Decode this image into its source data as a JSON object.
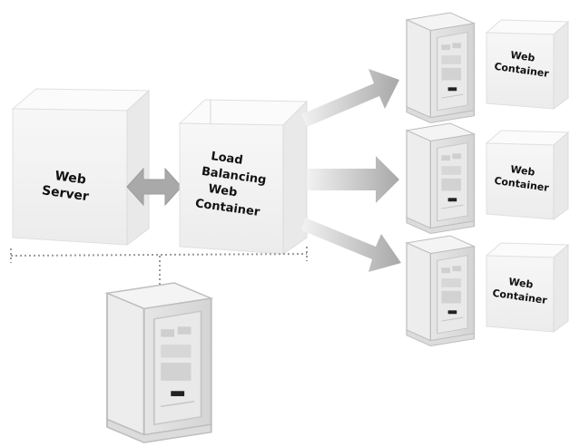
{
  "nodes": {
    "web_server": {
      "line1": "Web",
      "line2": "Server"
    },
    "lb_container": {
      "line1": "Load",
      "line2": "Balancing",
      "line3": "Web",
      "line4": "Container"
    },
    "container_1": {
      "line1": "Web",
      "line2": "Container"
    },
    "container_2": {
      "line1": "Web",
      "line2": "Container"
    },
    "container_3": {
      "line1": "Web",
      "line2": "Container"
    }
  },
  "colors": {
    "box_front": "#f2f2f2",
    "box_side": "#e3e3e3",
    "box_top": "#fafafa",
    "arrow": "#a9a9a9",
    "dotted_line": "#9a9a9a",
    "server_body": "#dcdcdc"
  },
  "icons": [
    "server-tower-icon",
    "double-arrow-icon",
    "right-arrow-icon"
  ]
}
